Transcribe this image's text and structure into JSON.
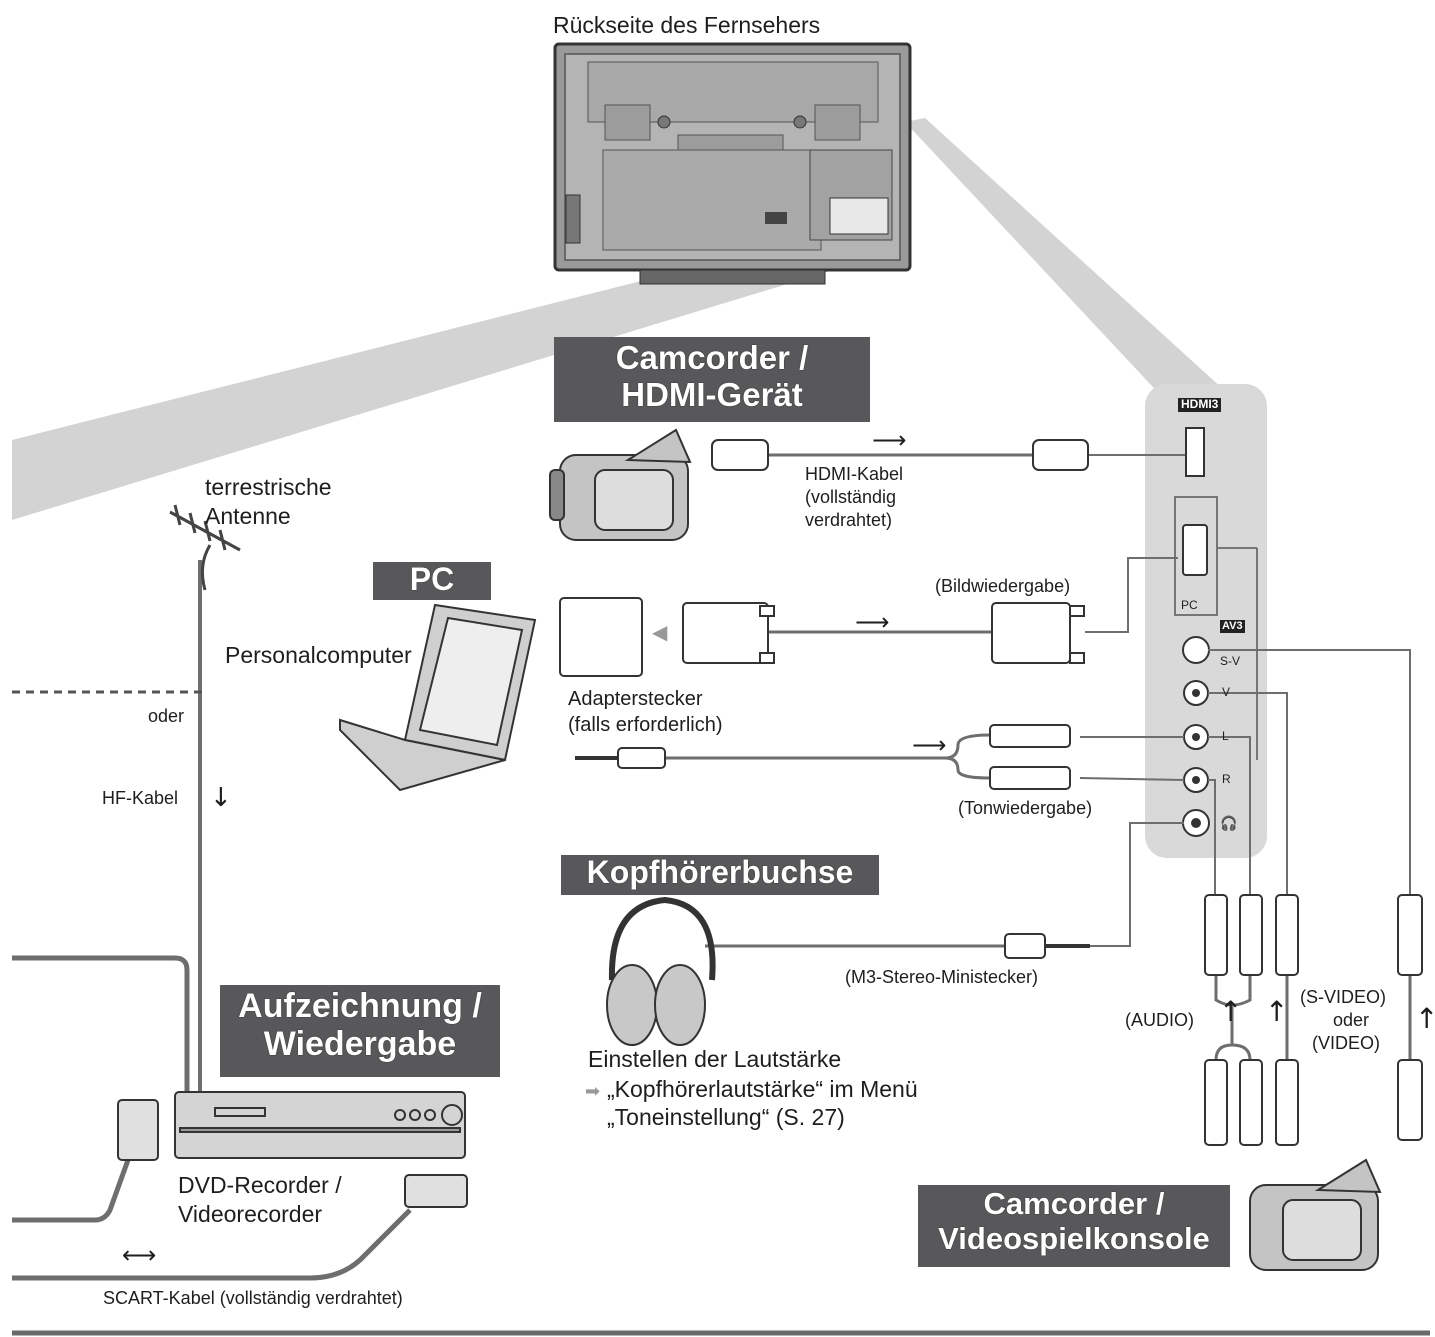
{
  "labels": {
    "tv_back": "Rückseite des Fernsehers",
    "antenna_1": "terrestrische",
    "antenna_2": "Antenne",
    "pc_full": "Personalcomputer",
    "oder": "oder",
    "hf_cable": "HF-Kabel",
    "hdmi_cable_1": "HDMI-Kabel",
    "hdmi_cable_2": "(vollständig",
    "hdmi_cable_3": "verdrahtet)",
    "bildwiedergabe": "(Bildwiedergabe)",
    "adapter_1": "Adapterstecker",
    "adapter_2": "(falls erforderlich)",
    "tonwiedergabe": "(Tonwiedergabe)",
    "ministecker": "(M3-Stereo-Ministecker)",
    "audio": "(AUDIO)",
    "svideo_1": "(S-VIDEO)",
    "svideo_2": "oder",
    "svideo_3": "(VIDEO)",
    "volume_1": "Einstellen der Lautstärke",
    "volume_2": "„Kopfhörerlautstärke“ im Menü",
    "volume_3": "„Toneinstellung“ (S. 27)",
    "dvd_1": "DVD-Recorder /",
    "dvd_2": "Videorecorder",
    "scart": "SCART-Kabel (vollständig verdrahtet)"
  },
  "banners": {
    "camcorder_hdmi_1": "Camcorder /",
    "camcorder_hdmi_2": "HDMI-Gerät",
    "pc": "PC",
    "headphone": "Kopfhörerbuchse",
    "recording_1": "Aufzeichnung /",
    "recording_2": "Wiedergabe",
    "camcorder_game_1": "Camcorder /",
    "camcorder_game_2": "Videospielkonsole"
  },
  "panel": {
    "hdmi3": "HDMI3",
    "pc": "PC",
    "av3": "AV3",
    "s_v": "S-V",
    "v": "V",
    "l": "L",
    "r": "R"
  },
  "colors": {
    "banner_bg": "#58585a",
    "panel_bg": "#d9d9d9",
    "beam": "#cfcfcf",
    "line": "#6e6e6e"
  }
}
